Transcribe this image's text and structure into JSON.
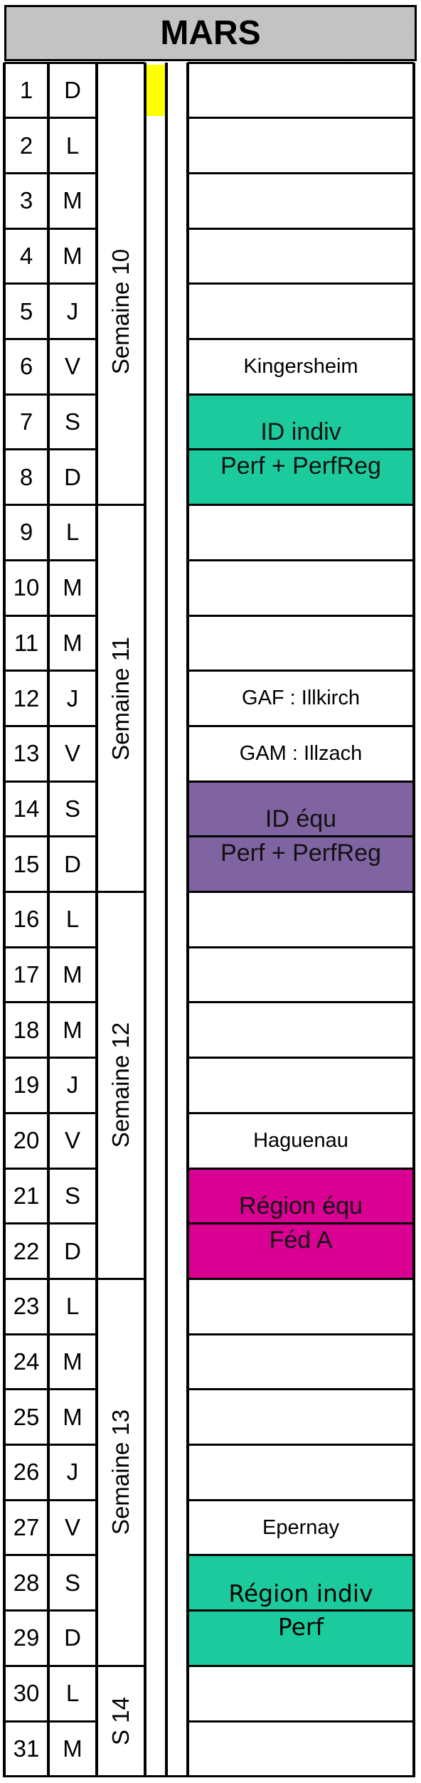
{
  "title": "MARS",
  "days": [
    {
      "num": "1",
      "letter": "D"
    },
    {
      "num": "2",
      "letter": "L"
    },
    {
      "num": "3",
      "letter": "M"
    },
    {
      "num": "4",
      "letter": "M"
    },
    {
      "num": "5",
      "letter": "J"
    },
    {
      "num": "6",
      "letter": "V"
    },
    {
      "num": "7",
      "letter": "S"
    },
    {
      "num": "8",
      "letter": "D"
    },
    {
      "num": "9",
      "letter": "L"
    },
    {
      "num": "10",
      "letter": "M"
    },
    {
      "num": "11",
      "letter": "M"
    },
    {
      "num": "12",
      "letter": "J"
    },
    {
      "num": "13",
      "letter": "V"
    },
    {
      "num": "14",
      "letter": "S"
    },
    {
      "num": "15",
      "letter": "D"
    },
    {
      "num": "16",
      "letter": "L"
    },
    {
      "num": "17",
      "letter": "M"
    },
    {
      "num": "18",
      "letter": "M"
    },
    {
      "num": "19",
      "letter": "J"
    },
    {
      "num": "20",
      "letter": "V"
    },
    {
      "num": "21",
      "letter": "S"
    },
    {
      "num": "22",
      "letter": "D"
    },
    {
      "num": "23",
      "letter": "L"
    },
    {
      "num": "24",
      "letter": "M"
    },
    {
      "num": "25",
      "letter": "M"
    },
    {
      "num": "26",
      "letter": "J"
    },
    {
      "num": "27",
      "letter": "V"
    },
    {
      "num": "28",
      "letter": "S"
    },
    {
      "num": "29",
      "letter": "D"
    },
    {
      "num": "30",
      "letter": "L"
    },
    {
      "num": "31",
      "letter": "M"
    }
  ],
  "weeks": [
    {
      "label": "Semaine 10",
      "from": 2,
      "to": 8
    },
    {
      "label": "Semaine 11",
      "from": 9,
      "to": 15
    },
    {
      "label": "Semaine 12",
      "from": 16,
      "to": 22
    },
    {
      "label": "Semaine 13",
      "from": 23,
      "to": 29
    },
    {
      "label": "S 14",
      "from": 30,
      "to": 31
    }
  ],
  "marker": {
    "day": 1,
    "color": "#ffff00"
  },
  "events": [
    {
      "from": 6,
      "to": 6,
      "lines": [
        "Kingersheim"
      ],
      "bg": "#ffffff",
      "style": "plain"
    },
    {
      "from": 7,
      "to": 8,
      "lines": [
        "ID indiv",
        "Perf + PerfReg"
      ],
      "bg": "#1ccb9d",
      "style": "big"
    },
    {
      "from": 12,
      "to": 12,
      "lines": [
        "GAF : Illkirch"
      ],
      "bg": "#ffffff",
      "style": "plain"
    },
    {
      "from": 13,
      "to": 13,
      "lines": [
        "GAM : Illzach"
      ],
      "bg": "#ffffff",
      "style": "plain"
    },
    {
      "from": 14,
      "to": 15,
      "lines": [
        "ID équ",
        "Perf + PerfReg"
      ],
      "bg": "#8064a2",
      "style": "big"
    },
    {
      "from": 20,
      "to": 20,
      "lines": [
        "Haguenau"
      ],
      "bg": "#ffffff",
      "style": "plain"
    },
    {
      "from": 21,
      "to": 22,
      "lines": [
        "Région équ",
        "Féd A"
      ],
      "bg": "#d90093",
      "style": "big"
    },
    {
      "from": 27,
      "to": 27,
      "lines": [
        "Epernay"
      ],
      "bg": "#ffffff",
      "style": "plain"
    },
    {
      "from": 28,
      "to": 29,
      "lines": [
        "Région indiv",
        "Perf"
      ],
      "bg": "#1ccb9d",
      "style": "comic"
    }
  ]
}
